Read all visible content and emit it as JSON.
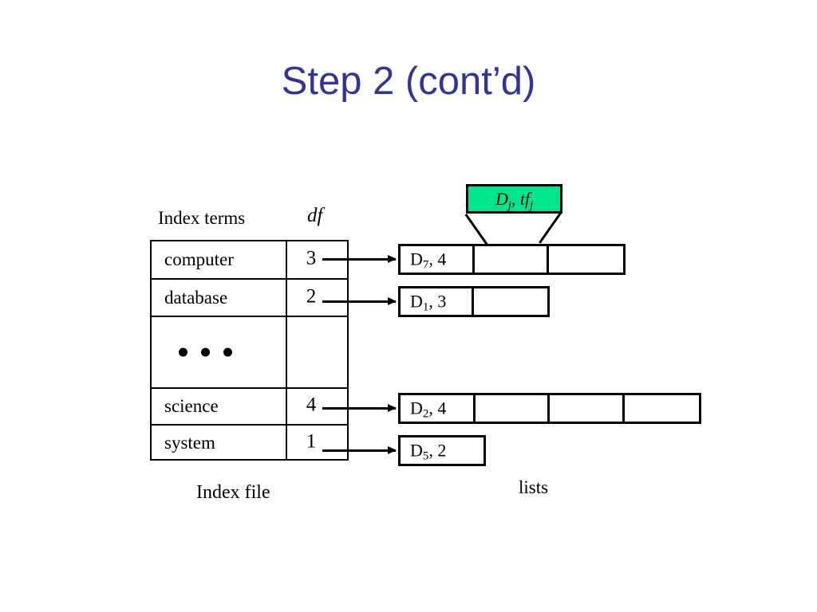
{
  "slide": {
    "title": "Step 2 (cont’d)",
    "title_color": "#333399",
    "background": "#ffffff"
  },
  "index_table": {
    "header_terms": "Index terms",
    "header_df": "df",
    "caption": "Index file",
    "rows": [
      {
        "term": "computer",
        "df": "3",
        "kind": "entry"
      },
      {
        "term": "database",
        "df": "2",
        "kind": "entry"
      },
      {
        "term": "",
        "df": "",
        "kind": "ellipsis"
      },
      {
        "term": "science",
        "df": "4",
        "kind": "entry"
      },
      {
        "term": "system",
        "df": "1",
        "kind": "entry"
      }
    ]
  },
  "lists": {
    "caption": "lists",
    "callout": {
      "label_d": "D",
      "label_d_sub": "j",
      "label_sep": ",",
      "label_tf": "tf",
      "label_tf_sub": "j",
      "fill_color": "#00E68F"
    },
    "rows": [
      {
        "doc": "D",
        "doc_sub": "7",
        "tf": "4",
        "cells": 3
      },
      {
        "doc": "D",
        "doc_sub": "1",
        "tf": "3",
        "cells": 2
      },
      {
        "doc": "D",
        "doc_sub": "2",
        "tf": "4",
        "cells": 4
      },
      {
        "doc": "D",
        "doc_sub": "5",
        "tf": "2",
        "cells": 1
      }
    ]
  }
}
